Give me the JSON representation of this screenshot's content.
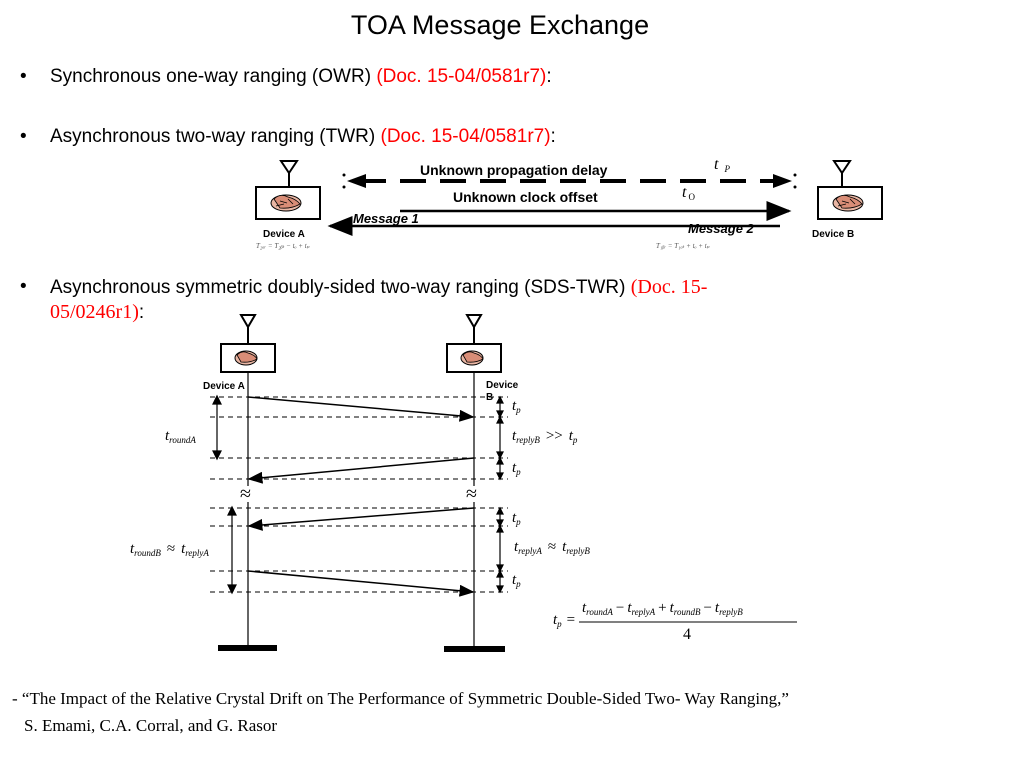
{
  "title": "TOA Message Exchange",
  "bullets": [
    {
      "text": "Synchronous one-way ranging (OWR) ",
      "ref": "(Doc. 15-04/0581r7)",
      "tail": ":"
    },
    {
      "text": "Asynchronous two-way ranging (TWR) ",
      "ref": "(Doc. 15-04/0581r7)",
      "tail": ":"
    },
    {
      "text": "Asynchronous symmetric doubly-sided two-way ranging (SDS-TWR) ",
      "ref_line1": "(Doc. 15-",
      "ref_line2": "05/0246r1)",
      "tail": ":"
    }
  ],
  "bullet_symbol": "•",
  "twr": {
    "propagation_label": "Unknown propagation delay",
    "clock_label": "Unknown clock offset",
    "message1": "Message 1",
    "message2": "Message 2",
    "device_a": "Device A",
    "device_b": "Device B",
    "tp": "t",
    "tp_sub": "P",
    "to": "t",
    "to_sub": "O",
    "eq_a": "T₂ₐᵣ = T₂ᵦₜ − tₒ + tₚ",
    "eq_b": "T₁ᵦᵣ = T₁ₐₜ + tₒ + tₚ"
  },
  "sds": {
    "device_a": "Device A",
    "device_b": "Device B",
    "t": "t",
    "p": "p",
    "roundA": "roundA",
    "roundB": "roundB",
    "replyA": "replyA",
    "replyB": "replyB",
    "gg": ">>",
    "approx": "≈",
    "equals": "=",
    "minus": "−",
    "plus": "+",
    "denominator": "4"
  },
  "footnote": {
    "line1": "- “The Impact of the Relative Crystal Drift on The Performance of Symmetric Double-Sided Two- Way Ranging,”",
    "line2": "S. Emami, C.A. Corral, and G. Rasor"
  },
  "colors": {
    "reference": "#ff0000",
    "text": "#000000"
  }
}
